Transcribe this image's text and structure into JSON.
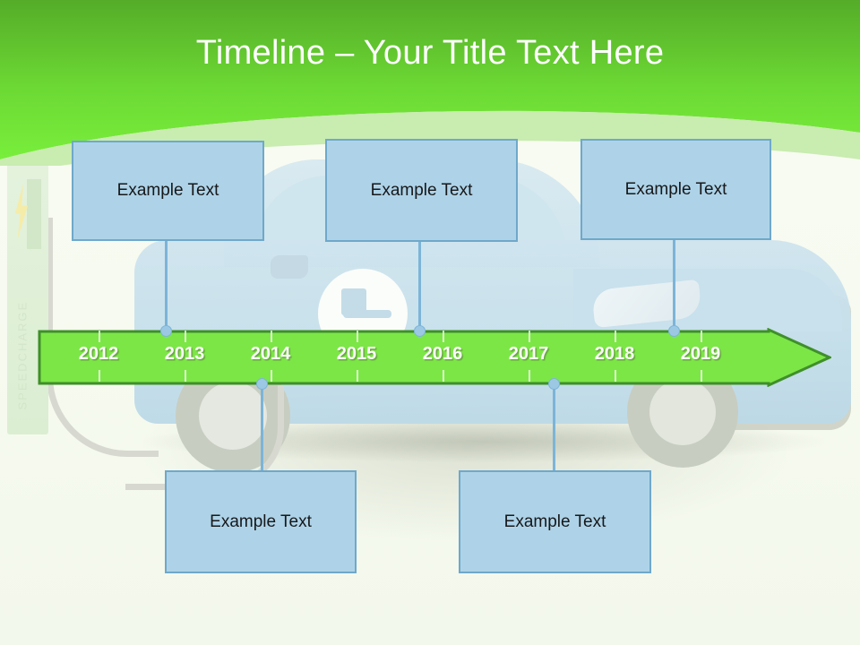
{
  "slide": {
    "title": "Timeline – Your Title Text Here",
    "background_color": "#f8fbf2",
    "header_color_top": "#55ac28",
    "header_color_bottom": "#79ee3b",
    "header_band_color": "#c9ecb0"
  },
  "background_image": {
    "subject": "electric car at charging station",
    "charger_label": "SPEEDCHARGE",
    "bolt_icon": "lightning-bolt-icon",
    "port_icon": "charging-port-icon"
  },
  "timeline": {
    "fill_color": "#7ce647",
    "outline_color": "#3f8f2a",
    "direction": "right",
    "years": [
      "2012",
      "2013",
      "2014",
      "2015",
      "2016",
      "2017",
      "2018",
      "2019"
    ]
  },
  "callouts": {
    "above": [
      {
        "text": "Example Text",
        "year": "2013"
      },
      {
        "text": "Example Text",
        "year": "2016"
      },
      {
        "text": "Example Text",
        "year": "2019"
      }
    ],
    "below": [
      {
        "text": "Example Text",
        "year": "2014"
      },
      {
        "text": "Example Text",
        "year": "2017"
      }
    ],
    "fill_color": "#aed3e8",
    "border_color": "#6fa8ca",
    "connector_color": "#7cb4d8"
  }
}
